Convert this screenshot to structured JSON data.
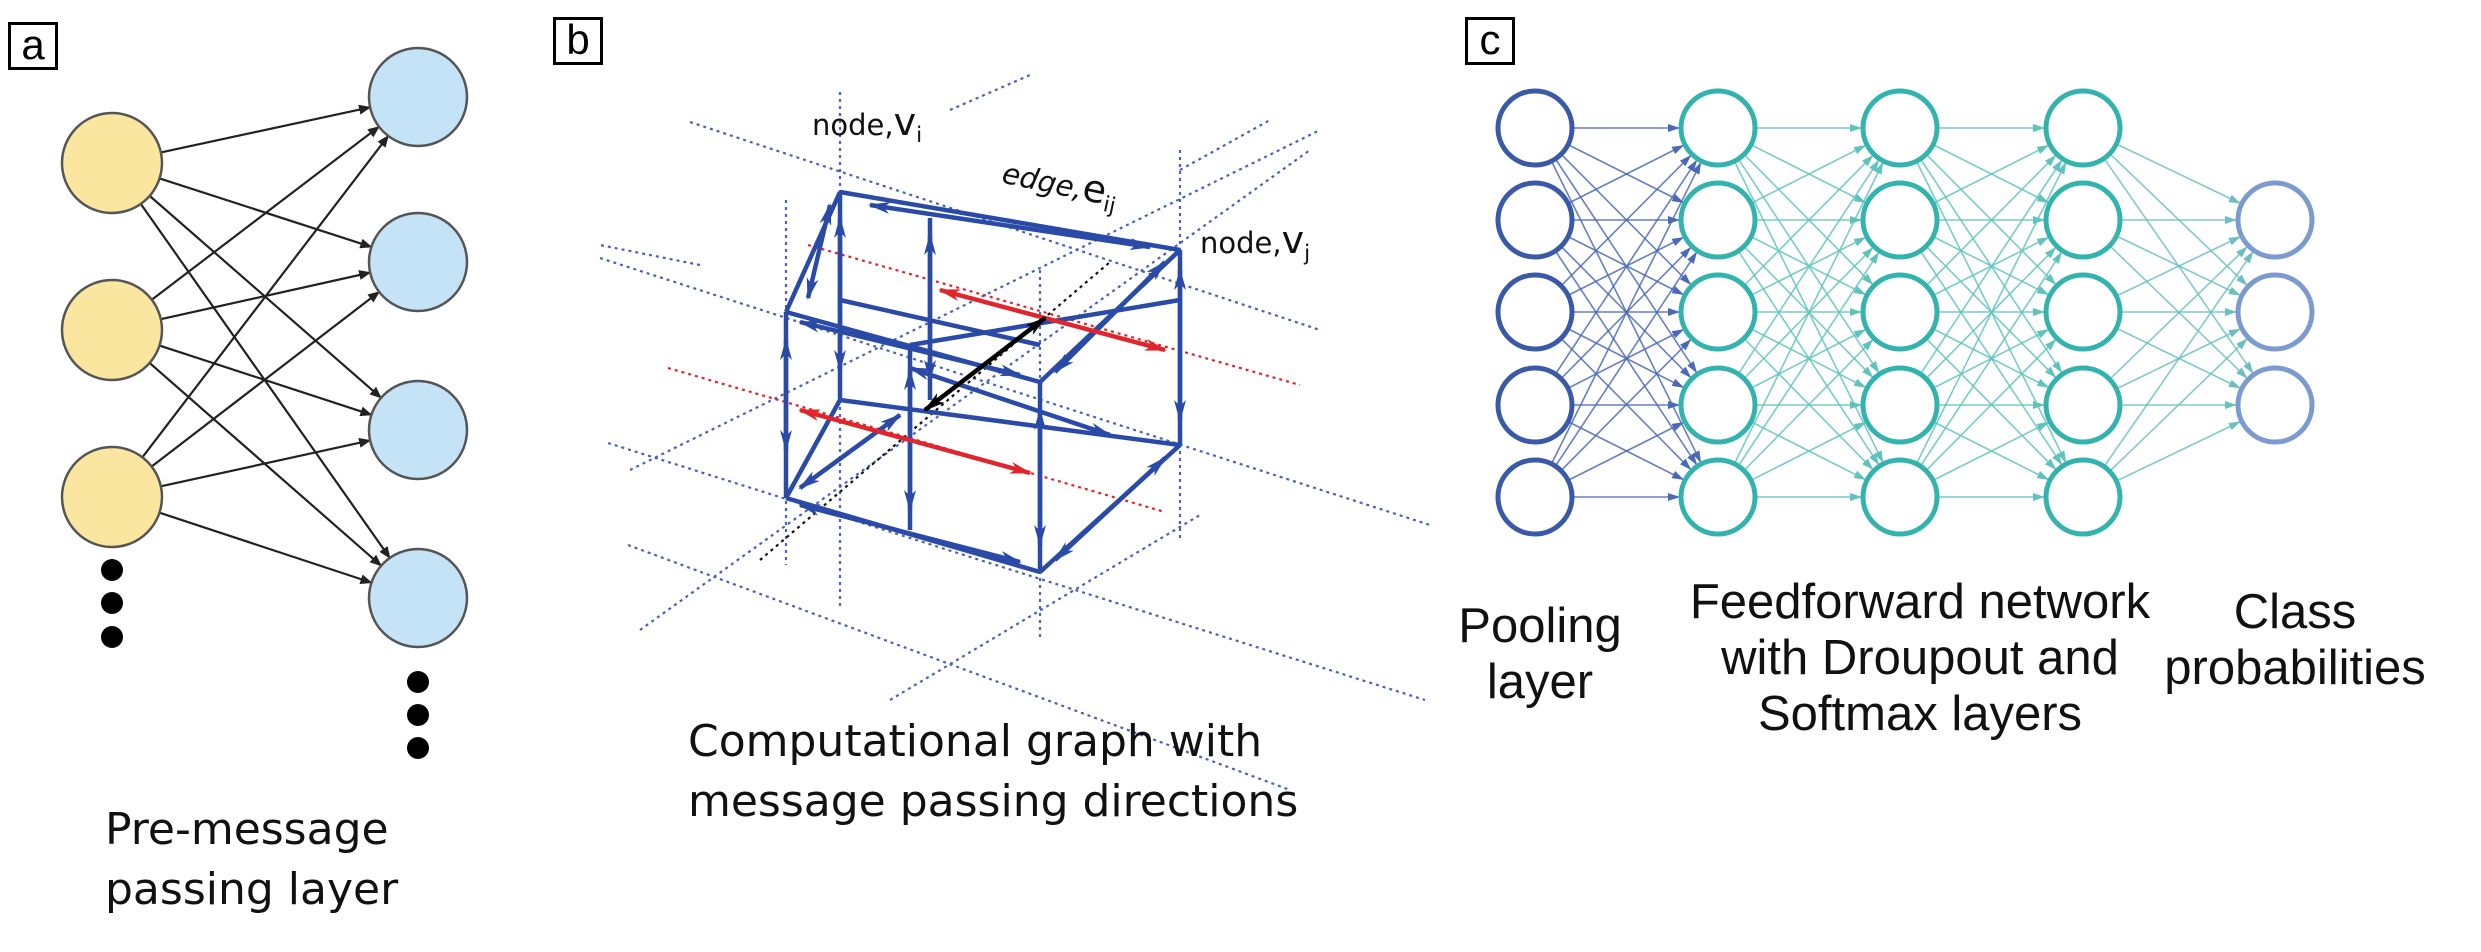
{
  "panels": {
    "a": {
      "letter": "a",
      "caption": [
        "Pre-message",
        "passing layer"
      ]
    },
    "b": {
      "letter": "b",
      "caption": [
        "Computational graph with",
        "message passing directions"
      ],
      "labels": {
        "node_i": {
          "prefix": "node,",
          "sym": "v",
          "sub": "i"
        },
        "edge": {
          "prefix": "edge,",
          "sym": "e",
          "sub": "ij"
        },
        "node_j": {
          "prefix": "node,",
          "sym": "v",
          "sub": "j"
        }
      }
    },
    "c": {
      "letter": "c",
      "captions": [
        [
          "Pooling",
          "layer"
        ],
        [
          "Feedforward network",
          "with Droupout and",
          "Softmax layers"
        ],
        [
          "Class",
          "probabilities"
        ]
      ],
      "layers": [
        {
          "nodes": 5,
          "color": "#3a5aa8"
        },
        {
          "nodes": 5,
          "color": "#33b3ae"
        },
        {
          "nodes": 5,
          "color": "#33b3ae"
        },
        {
          "nodes": 5,
          "color": "#33b3ae"
        },
        {
          "nodes": 3,
          "color": "#7b9bd0"
        }
      ]
    }
  },
  "colors": {
    "input_node": "#fbe6a0",
    "output_node": "#c5e3f6",
    "graph_blue": "#2a4aa8",
    "graph_red": "#e0262c"
  }
}
